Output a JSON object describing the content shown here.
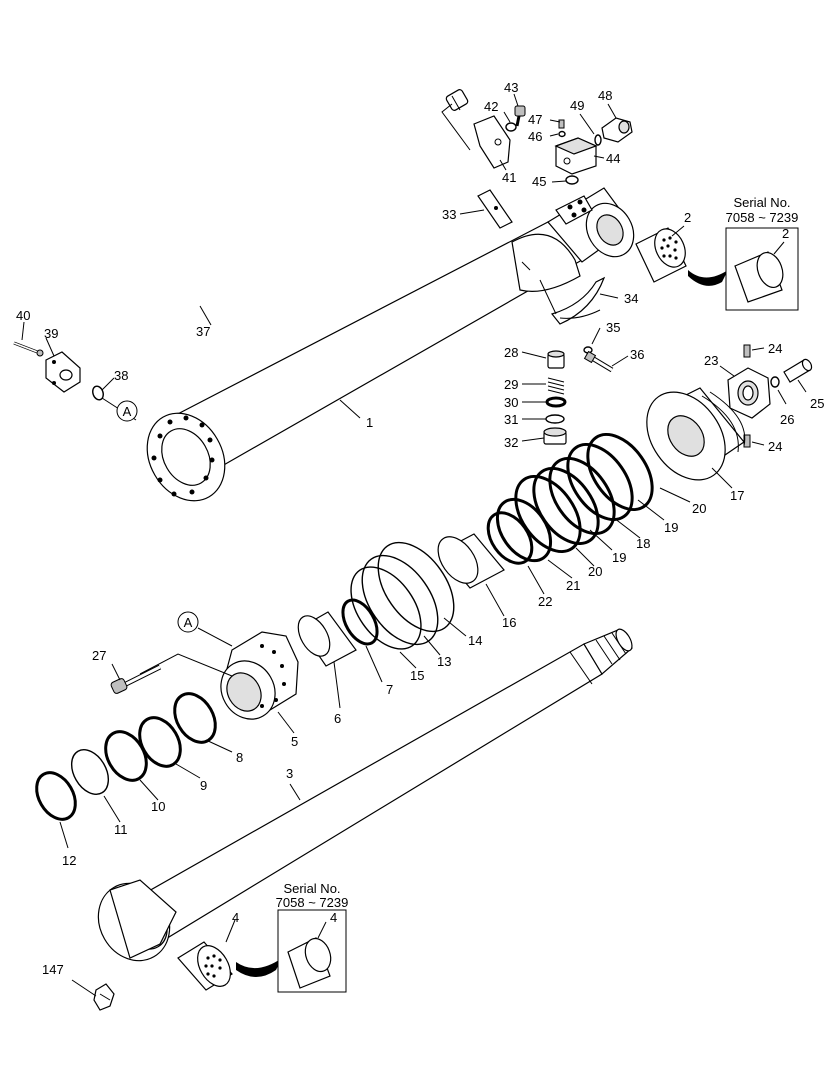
{
  "callouts": [
    {
      "id": "c1",
      "text": "1"
    },
    {
      "id": "c2",
      "text": "2"
    },
    {
      "id": "c2b",
      "text": "2"
    },
    {
      "id": "c3",
      "text": "3"
    },
    {
      "id": "c4",
      "text": "4"
    },
    {
      "id": "c4b",
      "text": "4"
    },
    {
      "id": "c5",
      "text": "5"
    },
    {
      "id": "c6",
      "text": "6"
    },
    {
      "id": "c7",
      "text": "7"
    },
    {
      "id": "c8",
      "text": "8"
    },
    {
      "id": "c9",
      "text": "9"
    },
    {
      "id": "c10",
      "text": "10"
    },
    {
      "id": "c11",
      "text": "11"
    },
    {
      "id": "c12",
      "text": "12"
    },
    {
      "id": "c13",
      "text": "13"
    },
    {
      "id": "c14",
      "text": "14"
    },
    {
      "id": "c15",
      "text": "15"
    },
    {
      "id": "c16",
      "text": "16"
    },
    {
      "id": "c17",
      "text": "17"
    },
    {
      "id": "c18",
      "text": "18"
    },
    {
      "id": "c19a",
      "text": "19"
    },
    {
      "id": "c19b",
      "text": "19"
    },
    {
      "id": "c20a",
      "text": "20"
    },
    {
      "id": "c20b",
      "text": "20"
    },
    {
      "id": "c21",
      "text": "21"
    },
    {
      "id": "c22",
      "text": "22"
    },
    {
      "id": "c23",
      "text": "23"
    },
    {
      "id": "c24a",
      "text": "24"
    },
    {
      "id": "c24b",
      "text": "24"
    },
    {
      "id": "c25",
      "text": "25"
    },
    {
      "id": "c26",
      "text": "26"
    },
    {
      "id": "c27",
      "text": "27"
    },
    {
      "id": "c28",
      "text": "28"
    },
    {
      "id": "c29",
      "text": "29"
    },
    {
      "id": "c30",
      "text": "30"
    },
    {
      "id": "c31",
      "text": "31"
    },
    {
      "id": "c32",
      "text": "32"
    },
    {
      "id": "c33",
      "text": "33"
    },
    {
      "id": "c34",
      "text": "34"
    },
    {
      "id": "c35",
      "text": "35"
    },
    {
      "id": "c36",
      "text": "36"
    },
    {
      "id": "c37",
      "text": "37"
    },
    {
      "id": "c38",
      "text": "38"
    },
    {
      "id": "c39",
      "text": "39"
    },
    {
      "id": "c40",
      "text": "40"
    },
    {
      "id": "c41",
      "text": "41"
    },
    {
      "id": "c42",
      "text": "42"
    },
    {
      "id": "c43",
      "text": "43"
    },
    {
      "id": "c44",
      "text": "44"
    },
    {
      "id": "c45",
      "text": "45"
    },
    {
      "id": "c46",
      "text": "46"
    },
    {
      "id": "c47",
      "text": "47"
    },
    {
      "id": "c48",
      "text": "48"
    },
    {
      "id": "c49",
      "text": "49"
    },
    {
      "id": "c147",
      "text": "147"
    }
  ],
  "reference_marks": {
    "a_top": "A",
    "a_bottom": "A"
  },
  "serial_boxes": {
    "top": {
      "line1": "Serial No.",
      "line2": "7058 ~ 7239"
    },
    "bottom": {
      "line1": "Serial No.",
      "line2": "7058 ~ 7239"
    }
  }
}
